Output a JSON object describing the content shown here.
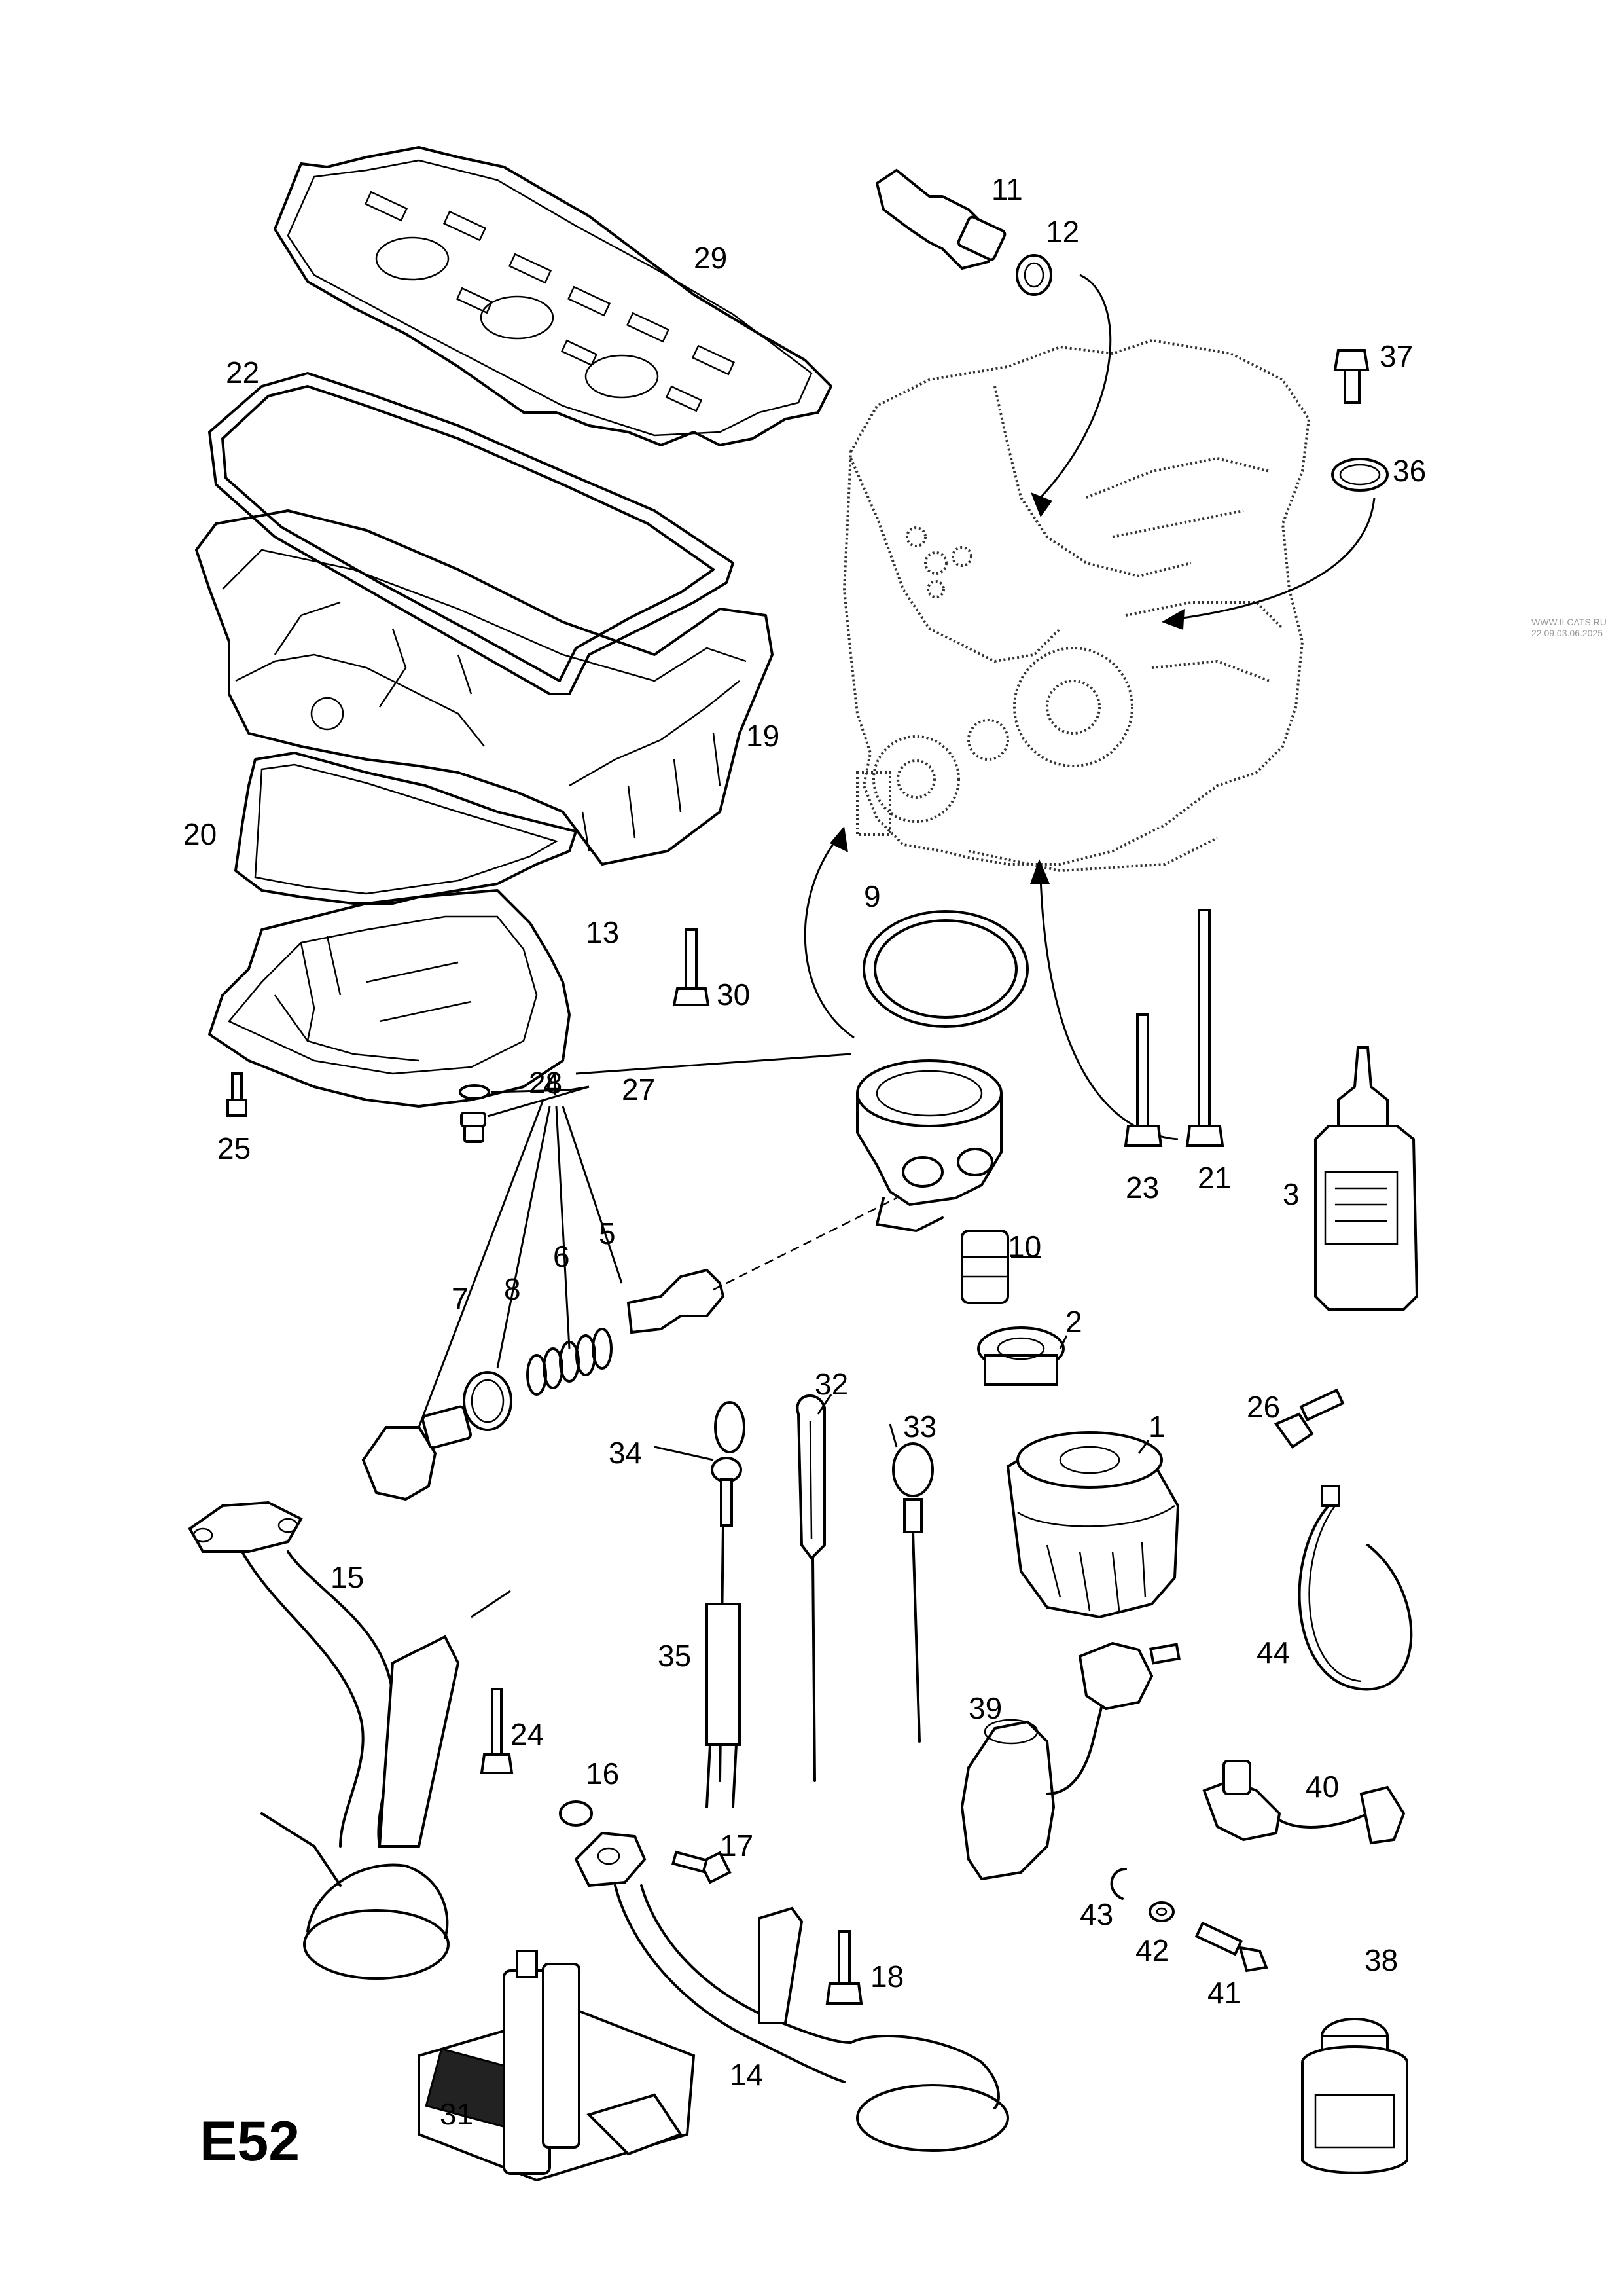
{
  "section_code": "E52",
  "watermark": [
    "WWW.ILCATS.RU",
    "22.09.03.06.2025"
  ],
  "callouts": {
    "c1": "1",
    "c2": "2",
    "c3": "3",
    "c4": "4",
    "c5": "5",
    "c6": "6",
    "c7": "7",
    "c8": "8",
    "c9": "9",
    "c10": "10",
    "c11": "11",
    "c12": "12",
    "c13": "13",
    "c14": "14",
    "c15": "15",
    "c16": "16",
    "c17": "17",
    "c18": "18",
    "c19": "19",
    "c20": "20",
    "c21": "21",
    "c22": "22",
    "c23": "23",
    "c24": "24",
    "c25": "25",
    "c26": "26",
    "c27": "27",
    "c28": "28",
    "c29": "29",
    "c30": "30",
    "c31": "31",
    "c32": "32",
    "c33": "33",
    "c34": "34",
    "c35": "35",
    "c36": "36",
    "c37": "37",
    "c38": "38",
    "c39": "39",
    "c40": "40",
    "c41": "41",
    "c42": "42",
    "c43": "43",
    "c44": "44"
  }
}
